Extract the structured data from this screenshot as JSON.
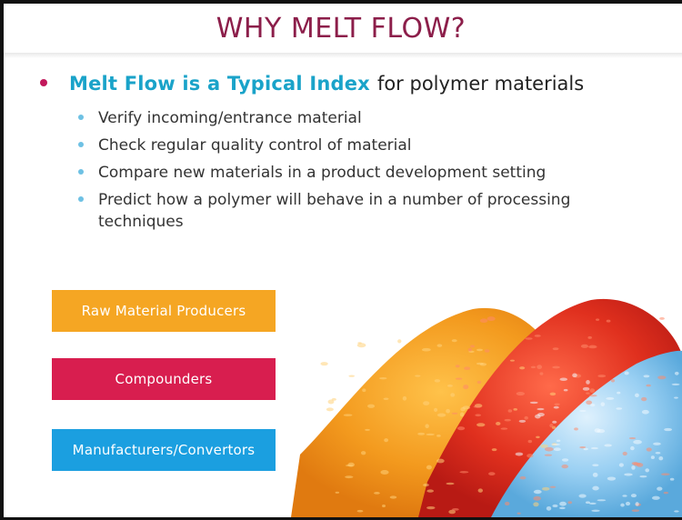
{
  "title": "WHY MELT FLOW?",
  "main_point": {
    "lead": "Melt Flow is a Typical Index",
    "rest": "for polymer materials"
  },
  "sub_points": [
    "Verify incoming/entrance material",
    "Check regular quality control of material",
    "Compare new materials in a product development setting",
    "Predict how a polymer will behave in a number of processing techniques"
  ],
  "categories": [
    {
      "label": "Raw Material Producers",
      "color": "#f5a623"
    },
    {
      "label": "Compounders",
      "color": "#d81e4f"
    },
    {
      "label": "Manufacturers/Convertors",
      "color": "#1b9fe0"
    }
  ],
  "colors": {
    "title": "#8c1e4a",
    "accent": "#1aa3c9",
    "bullet": "#c2185b",
    "pellet_orange": "#f39a1e",
    "pellet_red": "#e0301e",
    "pellet_blue": "#8ec9ef"
  },
  "image": {
    "icon": "polymer-pellets-image"
  }
}
